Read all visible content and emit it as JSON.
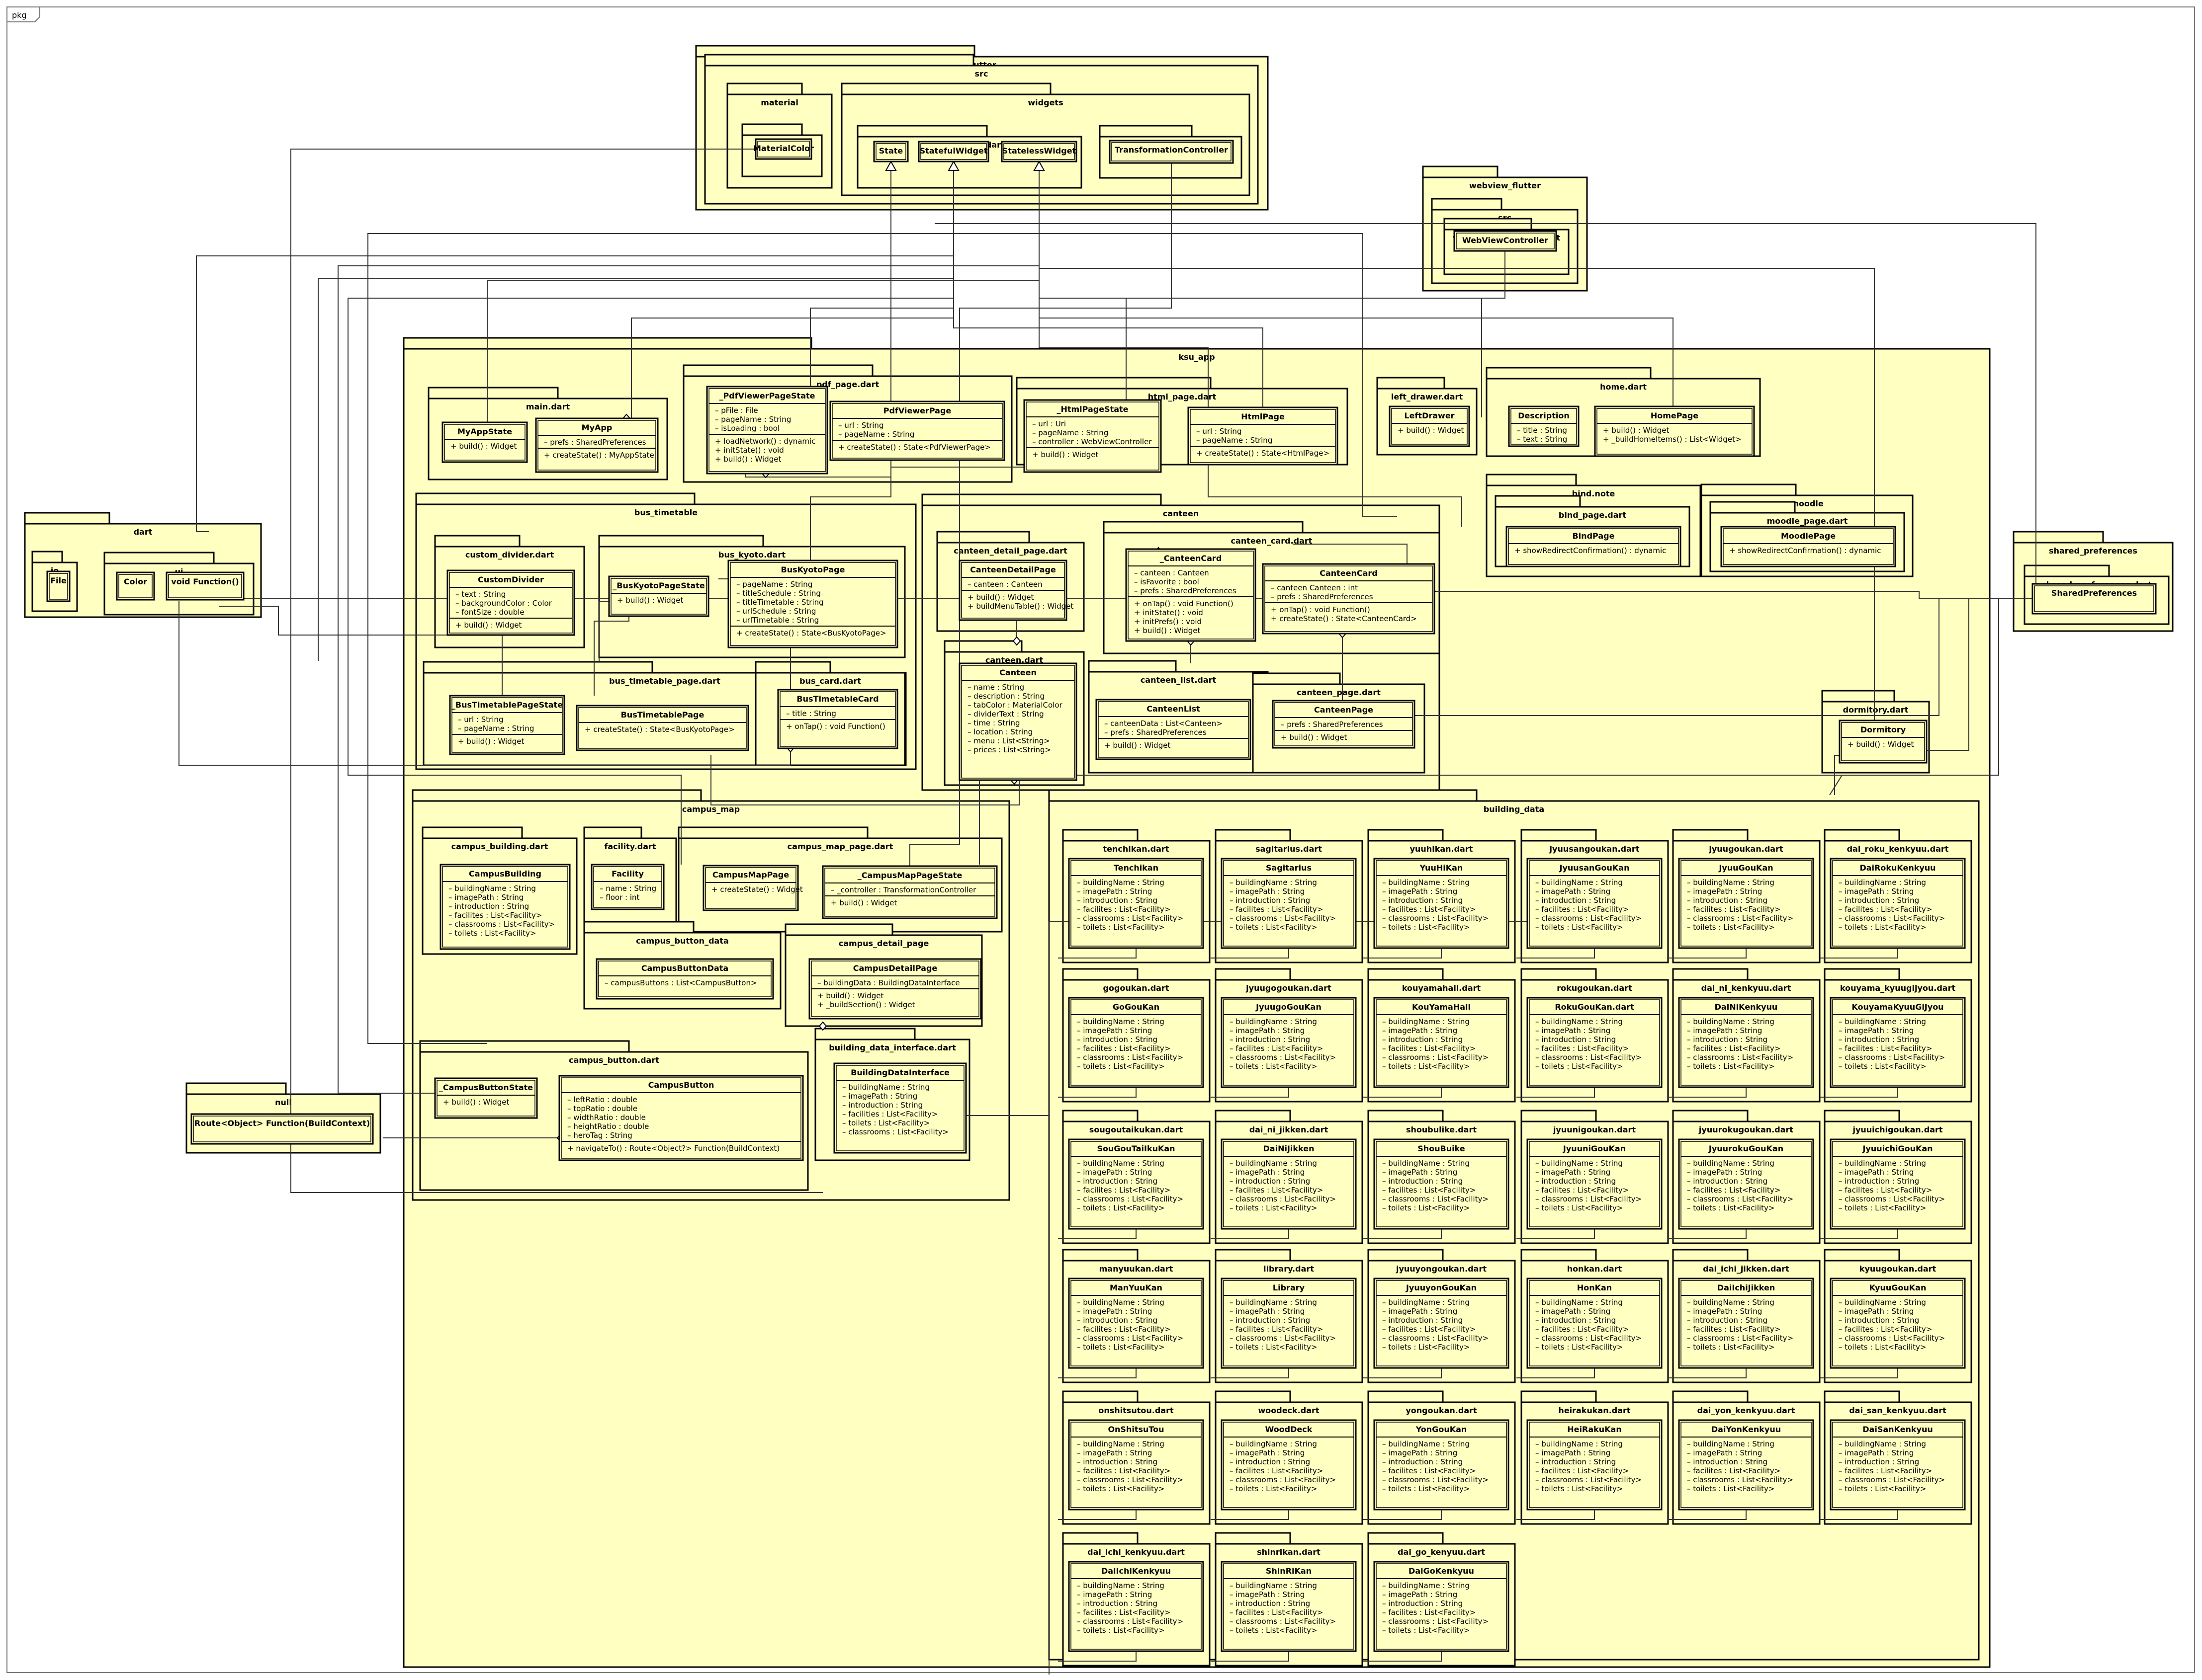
{
  "frame": {
    "label": "pkg"
  },
  "packages": [
    {
      "id": "flutter",
      "name": "flutter"
    },
    {
      "id": "flutter_src",
      "name": "src"
    },
    {
      "id": "material",
      "name": "material"
    },
    {
      "id": "colors_dart",
      "name": "colors.dart"
    },
    {
      "id": "widgets",
      "name": "widgets"
    },
    {
      "id": "framework_dart",
      "name": "framework.dart"
    },
    {
      "id": "interactive_viewer_dart",
      "name": "interactive_viewer.dart"
    },
    {
      "id": "webview_flutter",
      "name": "webview_flutter"
    },
    {
      "id": "webview_src",
      "name": "src"
    },
    {
      "id": "webview_controller_dart",
      "name": "webview_controller.dart"
    },
    {
      "id": "ksu_app",
      "name": "ksu_app"
    },
    {
      "id": "main_dart",
      "name": "main.dart"
    },
    {
      "id": "pdf_page_dart",
      "name": "pdf_page.dart"
    },
    {
      "id": "html_page_dart",
      "name": "html_page.dart"
    },
    {
      "id": "left_drawer_dart",
      "name": "left_drawer.dart"
    },
    {
      "id": "home_dart",
      "name": "home.dart"
    },
    {
      "id": "bind_note",
      "name": "bind.note"
    },
    {
      "id": "bind_page_dart",
      "name": "bind_page.dart"
    },
    {
      "id": "moodle",
      "name": "moodle"
    },
    {
      "id": "moodle_page_dart",
      "name": "moodle_page.dart"
    },
    {
      "id": "bus_timetable",
      "name": "bus_timetable"
    },
    {
      "id": "custom_divider_dart",
      "name": "custom_divider.dart"
    },
    {
      "id": "bus_kyoto_dart",
      "name": "bus_kyoto.dart"
    },
    {
      "id": "bus_timetable_page_dart",
      "name": "bus_timetable_page.dart"
    },
    {
      "id": "bus_card_dart",
      "name": "bus_card.dart"
    },
    {
      "id": "canteen",
      "name": "canteen"
    },
    {
      "id": "canteen_detail_page_dart",
      "name": "canteen_detail_page.dart"
    },
    {
      "id": "canteen_card_dart",
      "name": "canteen_card.dart"
    },
    {
      "id": "canteen_dart",
      "name": "canteen.dart"
    },
    {
      "id": "canteen_list_dart",
      "name": "canteen_list.dart"
    },
    {
      "id": "canteen_page_dart",
      "name": "canteen_page.dart"
    },
    {
      "id": "dormitory_dart",
      "name": "dormitory.dart"
    },
    {
      "id": "campus_map",
      "name": "campus_map"
    },
    {
      "id": "campus_building_dart",
      "name": "campus_building.dart"
    },
    {
      "id": "facility_dart",
      "name": "facility.dart"
    },
    {
      "id": "campus_map_page_dart",
      "name": "campus_map_page.dart"
    },
    {
      "id": "campus_button_data",
      "name": "campus_button_data"
    },
    {
      "id": "campus_detail_page",
      "name": "campus_detail_page"
    },
    {
      "id": "building_data_interface_dart",
      "name": "building_data_interface.dart"
    },
    {
      "id": "campus_button_dart",
      "name": "campus_button.dart"
    },
    {
      "id": "building_data",
      "name": "building_data"
    },
    {
      "id": "dart",
      "name": "dart"
    },
    {
      "id": "io",
      "name": "io"
    },
    {
      "id": "ui",
      "name": "ui"
    },
    {
      "id": "null_pkg",
      "name": "null"
    },
    {
      "id": "shared_preferences",
      "name": "shared_preferences"
    },
    {
      "id": "shared_preferences_dart",
      "name": "shared_preferences.dart"
    },
    {
      "id": "tenchikan_dart",
      "name": "tenchikan.dart"
    },
    {
      "id": "sagitarius_dart",
      "name": "sagitarius.dart"
    },
    {
      "id": "yuuhikan_dart",
      "name": "yuuhikan.dart"
    },
    {
      "id": "jyuusangoukan_dart",
      "name": "jyuusangoukan.dart"
    },
    {
      "id": "jyuugoukan_dart",
      "name": "jyuugoukan.dart"
    },
    {
      "id": "dai_roku_kenkyuu_dart",
      "name": "dai_roku_kenkyuu.dart"
    },
    {
      "id": "gogoukan_dart",
      "name": "gogoukan.dart"
    },
    {
      "id": "jyuugogoukan_dart",
      "name": "jyuugogoukan.dart"
    },
    {
      "id": "kouyamahall_dart",
      "name": "kouyamahall.dart"
    },
    {
      "id": "rokugoukan_dart",
      "name": "rokugoukan.dart"
    },
    {
      "id": "dai_ni_kenkyuu_dart",
      "name": "dai_ni_kenkyuu.dart"
    },
    {
      "id": "kouyama_kyuugijyou_dart",
      "name": "kouyama_kyuugijyou.dart"
    },
    {
      "id": "sougoutaikukan_dart",
      "name": "sougoutaikukan.dart"
    },
    {
      "id": "dai_ni_jikken_dart",
      "name": "dai_ni_jikken.dart"
    },
    {
      "id": "shoubulike_dart",
      "name": "shoubulike.dart"
    },
    {
      "id": "jyuunigoukan_dart",
      "name": "jyuunigoukan.dart"
    },
    {
      "id": "jyuurokugoukan_dart",
      "name": "jyuurokugoukan.dart"
    },
    {
      "id": "jyuuichigoukan_dart",
      "name": "jyuuichigoukan.dart"
    },
    {
      "id": "manyuukan_dart",
      "name": "manyuukan.dart"
    },
    {
      "id": "library_dart",
      "name": "library.dart"
    },
    {
      "id": "jyuuyongoukan_dart",
      "name": "jyuuyongoukan.dart"
    },
    {
      "id": "honkan_dart",
      "name": "honkan.dart"
    },
    {
      "id": "dai_ichi_jikken_dart",
      "name": "dai_ichi_jikken.dart"
    },
    {
      "id": "kyuugoukan_dart",
      "name": "kyuugoukan.dart"
    },
    {
      "id": "onshitsutou_dart",
      "name": "onshitsutou.dart"
    },
    {
      "id": "woodeck_dart",
      "name": "woodeck.dart"
    },
    {
      "id": "yongoukan_dart",
      "name": "yongoukan.dart"
    },
    {
      "id": "heirakukan_dart",
      "name": "heirakukan.dart"
    },
    {
      "id": "dai_yon_kenkyuu_dart",
      "name": "dai_yon_kenkyuu.dart"
    },
    {
      "id": "dai_san_kenkyuu_dart",
      "name": "dai_san_kenkyuu.dart"
    },
    {
      "id": "dai_ichi_kenkyuu_dart",
      "name": "dai_ichi_kenkyuu.dart"
    },
    {
      "id": "shinrikan_dart",
      "name": "shinrikan.dart"
    },
    {
      "id": "dai_go_kenyuu_dart",
      "name": "dai_go_kenyuu.dart"
    }
  ],
  "classes": [
    {
      "id": "MaterialColor",
      "name": "MaterialColor",
      "members": []
    },
    {
      "id": "State",
      "name": "State",
      "members": []
    },
    {
      "id": "StatefulWidget",
      "name": "StatefulWidget",
      "members": []
    },
    {
      "id": "StatelessWidget",
      "name": "StatelessWidget",
      "members": []
    },
    {
      "id": "TransformationController",
      "name": "TransformationController",
      "members": []
    },
    {
      "id": "WebViewController",
      "name": "WebViewController",
      "members": []
    },
    {
      "id": "MyAppState",
      "name": "MyAppState",
      "members": [
        [
          "+ build() : Widget"
        ]
      ]
    },
    {
      "id": "MyApp",
      "name": "MyApp",
      "members": [
        [
          "– prefs : SharedPreferences"
        ],
        [
          "+ createState() : MyAppState"
        ]
      ]
    },
    {
      "id": "PdfViewerPageState",
      "name": "_PdfViewerPageState",
      "members": [
        [
          "– pFile : File",
          "– pageName : String",
          "– isLoading : bool"
        ],
        [
          "+ loadNetwork() : dynamic",
          "+ initState() : void",
          "+ build() : Widget"
        ]
      ]
    },
    {
      "id": "PdfViewerPage",
      "name": "PdfViewerPage",
      "members": [
        [
          "– url : String",
          "– pageName : String"
        ],
        [
          "+ createState() : State<PdfViewerPage>"
        ]
      ]
    },
    {
      "id": "HtmlPageState",
      "name": "_HtmlPageState",
      "members": [
        [
          "– url : Uri",
          "– pageName : String",
          "– controller : WebViewController"
        ],
        [
          "+ build() : Widget"
        ]
      ]
    },
    {
      "id": "HtmlPage",
      "name": "HtmlPage",
      "members": [
        [
          "– url : String",
          "– pageName : String"
        ],
        [
          "+ createState() : State<HtmlPage>"
        ]
      ]
    },
    {
      "id": "LeftDrawer",
      "name": "LeftDrawer",
      "members": [
        [
          "+ build() : Widget"
        ]
      ]
    },
    {
      "id": "Description",
      "name": "Description",
      "members": [
        [
          "– title : String",
          "– text : String"
        ]
      ]
    },
    {
      "id": "HomePage",
      "name": "HomePage",
      "members": [
        [
          "+ build() : Widget",
          "+ _buildHomeItems() : List<Widget>"
        ]
      ]
    },
    {
      "id": "BindPage",
      "name": "BindPage",
      "members": [
        [
          "+ showRedirectConfirmation() : dynamic"
        ]
      ]
    },
    {
      "id": "MoodlePage",
      "name": "MoodlePage",
      "members": [
        [
          "+ showRedirectConfirmation() : dynamic"
        ]
      ]
    },
    {
      "id": "CustomDivider",
      "name": "CustomDivider",
      "members": [
        [
          "– text : String",
          "– backgroundColor : Color",
          "– fontSize : double"
        ],
        [
          "+ build() : Widget"
        ]
      ]
    },
    {
      "id": "BusKyotoPageState",
      "name": "_BusKyotoPageState",
      "members": [
        [
          "+ build() : Widget"
        ]
      ]
    },
    {
      "id": "BusKyotoPage",
      "name": "BusKyotoPage",
      "members": [
        [
          "– pageName : String",
          "– titleSchedule : String",
          "– titleTimetable : String",
          "– urlSchedule : String",
          "– urlTimetable : String"
        ],
        [
          "+ createState() : State<BusKyotoPage>"
        ]
      ]
    },
    {
      "id": "BusTimetablePageState",
      "name": "_BusTimetablePageState",
      "members": [
        [
          "– url : String",
          "– pageName : String"
        ],
        [
          "+ build() : Widget"
        ]
      ]
    },
    {
      "id": "BusTimetablePage",
      "name": "BusTimetablePage",
      "members": [
        [
          "+ createState() : State<BusKyotoPage>"
        ]
      ]
    },
    {
      "id": "BusTimetableCard",
      "name": "BusTimetableCard",
      "members": [
        [
          "– title : String"
        ],
        [
          "+ onTap() : void Function()"
        ]
      ]
    },
    {
      "id": "CanteenDetailPage",
      "name": "CanteenDetailPage",
      "members": [
        [
          "– canteen : Canteen"
        ],
        [
          "+ build() : Widget",
          "+ buildMenuTable() : Widget"
        ]
      ]
    },
    {
      "id": "CanteenCardState",
      "name": "_CanteenCard",
      "members": [
        [
          "– canteen : Canteen",
          "– isFavorite : bool",
          "– prefs : SharedPreferences"
        ],
        [
          "+ onTap() : void Function()",
          "+ initState() : void",
          "+ initPrefs() : void",
          "+ build() : Widget"
        ]
      ]
    },
    {
      "id": "CanteenCard",
      "name": "CanteenCard",
      "members": [
        [
          "– canteen Canteen : int",
          "– prefs : SharedPreferences"
        ],
        [
          "+ onTap() : void Function()",
          "+ createState() : State<CanteenCard>"
        ]
      ]
    },
    {
      "id": "Canteen",
      "name": "Canteen",
      "members": [
        [
          "– name : String",
          "– description : String",
          "– tabColor : MaterialColor",
          "– dividerText : String",
          "– time : String",
          "– location : String",
          "– menu : List<String>",
          "– prices : List<String>"
        ]
      ]
    },
    {
      "id": "CanteenList",
      "name": "CanteenList",
      "members": [
        [
          "– canteenData : List<Canteen>",
          "– prefs : SharedPreferences"
        ],
        [
          "+ build() : Widget"
        ]
      ]
    },
    {
      "id": "CanteenPage",
      "name": "CanteenPage",
      "members": [
        [
          "– prefs : SharedPreferences"
        ],
        [
          "+ build() : Widget"
        ]
      ]
    },
    {
      "id": "Dormitory",
      "name": "Dormitory",
      "members": [
        [
          "+ build() : Widget"
        ]
      ]
    },
    {
      "id": "CampusBuilding",
      "name": "CampusBuilding",
      "members": [
        [
          "– buildingName : String",
          "– imagePath : String",
          "– introduction : String",
          "– facilites : List<Facility>",
          "– classrooms : List<Facility>",
          "– toilets : List<Facility>"
        ]
      ]
    },
    {
      "id": "Facility",
      "name": "Facility",
      "members": [
        [
          "– name : String",
          "– floor : int"
        ]
      ]
    },
    {
      "id": "CampusMapPage",
      "name": "CampusMapPage",
      "members": [
        [
          "+ createState() : Widget"
        ]
      ]
    },
    {
      "id": "CampusMapPageState",
      "name": "_CampusMapPageState",
      "members": [
        [
          "– _controller : TransformationController"
        ],
        [
          "+ build() : Widget"
        ]
      ]
    },
    {
      "id": "CampusButtonData",
      "name": "CampusButtonData",
      "members": [
        [
          "– campusButtons : List<CampusButton>"
        ]
      ]
    },
    {
      "id": "CampusDetailPage",
      "name": "CampusDetailPage",
      "members": [
        [
          "– buildingData : BuildingDataInterface"
        ],
        [
          "+ build() : Widget",
          "+ _buildSection() : Widget"
        ]
      ]
    },
    {
      "id": "BuildingDataInterface",
      "name": "BuildingDataInterface",
      "members": [
        [
          "– buildingName : String",
          "– imagePath : String",
          "– introduction : String",
          "– facilities : List<Facility>",
          "– toilets : List<Facility>",
          "– classrooms : List<Facility>"
        ]
      ]
    },
    {
      "id": "CampusButtonState",
      "name": "_CampusButtonState",
      "members": [
        [
          "+ build() : Widget"
        ]
      ]
    },
    {
      "id": "CampusButton",
      "name": "CampusButton",
      "members": [
        [
          "– leftRatio : double",
          "– topRatio : double",
          "– widthRatio : double",
          "– heightRatio : double",
          "– heroTag : String"
        ],
        [
          "+ navigateTo() : Route<Object?> Function(BuildContext)"
        ]
      ]
    },
    {
      "id": "File",
      "name": "File",
      "members": []
    },
    {
      "id": "Color",
      "name": "Color",
      "members": []
    },
    {
      "id": "VoidFunction",
      "name": "void Function()",
      "members": []
    },
    {
      "id": "RouteFunction",
      "name": "Route<Object> Function(BuildContext)",
      "members": []
    },
    {
      "id": "SharedPreferences",
      "name": "SharedPreferences",
      "members": []
    }
  ],
  "building_fields": [
    "– buildingName : String",
    "– imagePath : String",
    "– introduction : String",
    "– facilites : List<Facility>",
    "– classrooms : List<Facility>",
    "– toilets : List<Facility>"
  ],
  "buildings": [
    {
      "file": "tenchikan.dart",
      "cls": "Tenchikan"
    },
    {
      "file": "sagitarius.dart",
      "cls": "Sagitarius"
    },
    {
      "file": "yuuhikan.dart",
      "cls": "YuuHiKan"
    },
    {
      "file": "jyuusangoukan.dart",
      "cls": "JyuusanGouKan"
    },
    {
      "file": "jyuugoukan.dart",
      "cls": "JyuuGouKan"
    },
    {
      "file": "dai_roku_kenkyuu.dart",
      "cls": "DaiRokuKenkyuu"
    },
    {
      "file": "gogoukan.dart",
      "cls": "GoGouKan"
    },
    {
      "file": "jyuugogoukan.dart",
      "cls": "JyuugoGouKan"
    },
    {
      "file": "kouyamahall.dart",
      "cls": "KouYamaHall"
    },
    {
      "file": "rokugoukan.dart",
      "cls": "RokuGouKan.dart"
    },
    {
      "file": "dai_ni_kenkyuu.dart",
      "cls": "DaiNiKenkyuu"
    },
    {
      "file": "kouyama_kyuugijyou.dart",
      "cls": "KouyamaKyuuGiJyou"
    },
    {
      "file": "sougoutaikukan.dart",
      "cls": "SouGouTaiIkuKan"
    },
    {
      "file": "dai_ni_jikken.dart",
      "cls": "DaiNiJikken"
    },
    {
      "file": "shoubulike.dart",
      "cls": "ShouBuike"
    },
    {
      "file": "jyuunigoukan.dart",
      "cls": "JyuuniGouKan"
    },
    {
      "file": "jyuurokugoukan.dart",
      "cls": "JyuurokuGouKan"
    },
    {
      "file": "jyuuichigoukan.dart",
      "cls": "JyuuichiGouKan"
    },
    {
      "file": "manyuukan.dart",
      "cls": "ManYuuKan"
    },
    {
      "file": "library.dart",
      "cls": "Library"
    },
    {
      "file": "jyuuyongoukan.dart",
      "cls": "JyuuyonGouKan"
    },
    {
      "file": "honkan.dart",
      "cls": "HonKan"
    },
    {
      "file": "dai_ichi_jikken.dart",
      "cls": "DaiIchiJikken"
    },
    {
      "file": "kyuugoukan.dart",
      "cls": "KyuuGouKan"
    },
    {
      "file": "onshitsutou.dart",
      "cls": "OnShitsuTou"
    },
    {
      "file": "woodeck.dart",
      "cls": "WoodDeck"
    },
    {
      "file": "yongoukan.dart",
      "cls": "YonGouKan"
    },
    {
      "file": "heirakukan.dart",
      "cls": "HeiRakuKan"
    },
    {
      "file": "dai_yon_kenkyuu.dart",
      "cls": "DaiYonKenkyuu"
    },
    {
      "file": "dai_san_kenkyuu.dart",
      "cls": "DaiSanKenkyuu"
    },
    {
      "file": "dai_ichi_kenkyuu.dart",
      "cls": "DaiIchiKenkyuu"
    },
    {
      "file": "shinrikan.dart",
      "cls": "ShinRiKan"
    },
    {
      "file": "dai_go_kenyuu.dart",
      "cls": "DaiGoKenkyuu"
    }
  ]
}
